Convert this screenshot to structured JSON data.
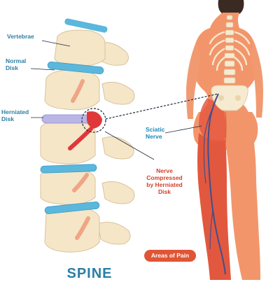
{
  "labels": {
    "vertebrae": "Vertebrae",
    "normal_disk_line1": "Normal",
    "normal_disk_line2": "Disk",
    "herniated_disk_line1": "Herniated",
    "herniated_disk_line2": "Disk",
    "sciatic_nerve_line1": "Sciatic",
    "sciatic_nerve_line2": "Nerve",
    "nerve_compressed_line1": "Nerve",
    "nerve_compressed_line2": "Compressed",
    "nerve_compressed_line3": "by Herniated",
    "nerve_compressed_line4": "Disk",
    "areas_of_pain": "Areas of Pain",
    "title": "SPINE"
  },
  "colors": {
    "label_blue": "#2f7fa3",
    "label_red": "#d2402b",
    "bone": "#f5e6c8",
    "bone_outline": "#d9c29a",
    "disk": "#5bb7dc",
    "herniated_disk": "#b9b6e6",
    "body_skin": "#f3956b",
    "pain_area": "#e2583e",
    "nerve": "#3f4f8f",
    "pill_bg": "#e05536"
  },
  "icons": [
    "magnifier-circle-icon",
    "dashed-connector-line"
  ]
}
